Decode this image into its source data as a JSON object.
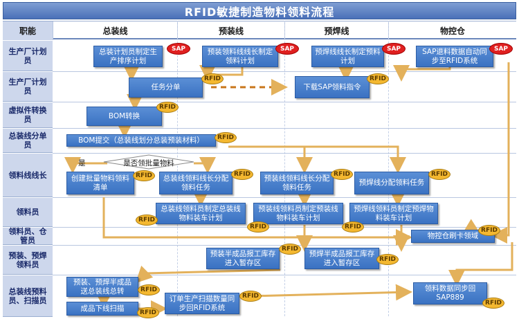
{
  "title": "RFID敏捷制造物料领料流程",
  "headers": {
    "role": "职能",
    "col1": "总装线",
    "col2": "预装线",
    "col3": "预焊线",
    "col4": "物控仓"
  },
  "lanes": [
    "生产厂计划员",
    "生产厂计划员",
    "虚拟件转换员",
    "总装线分单员",
    "领料线线长",
    "领料员",
    "领料员、仓管员",
    "预装、预焊领料员",
    "总装线预料员、扫描员"
  ],
  "boxes": {
    "b1": "总装计划员制定生产排序计划",
    "b2": "预装领料线线长制定领料计划",
    "b3": "预焊线线长制定预料计划",
    "b4": "SAP退料数据自动同步至RFID系统",
    "b5": "任务分单",
    "b6": "下载SAP领料指令",
    "b7": "BOM转换",
    "b8": "BOM提交（总装线划分总装预装材料）",
    "b9": "创建批量物料领料清单",
    "b10": "总装线领料线长分配领料任务",
    "b11": "预装线领料线长分配领料任务",
    "b12": "预焊线分配领料任务",
    "b13": "总装线领料员制定总装线物料装车计划",
    "b14": "预装线领料员制定预装线物料装车计划",
    "b15": "预焊线领料员制定预焊物料装车计划",
    "b16": "物控仓刷卡领域",
    "b17": "预装半成品报工库存进入暂存区",
    "b18": "预焊半成品报工库存进入暂存区",
    "b19": "预装、预焊半成品送总装线总转",
    "b20": "成品下线扫描",
    "b21": "订单生产扫描数量同步回RFID系统",
    "b22": "领料数据同步回SAP889"
  },
  "decision": "是否领批量物料",
  "yes_label": "是",
  "tags": {
    "sap": "SAP",
    "rfid": "RFID"
  },
  "colors": {
    "title_bg": "#4a70b8",
    "box": "#3a72c2",
    "lane": "#cdd7ec",
    "sap": "#e02020",
    "rfid": "#f4b830",
    "arrow": "#e3b15b"
  }
}
